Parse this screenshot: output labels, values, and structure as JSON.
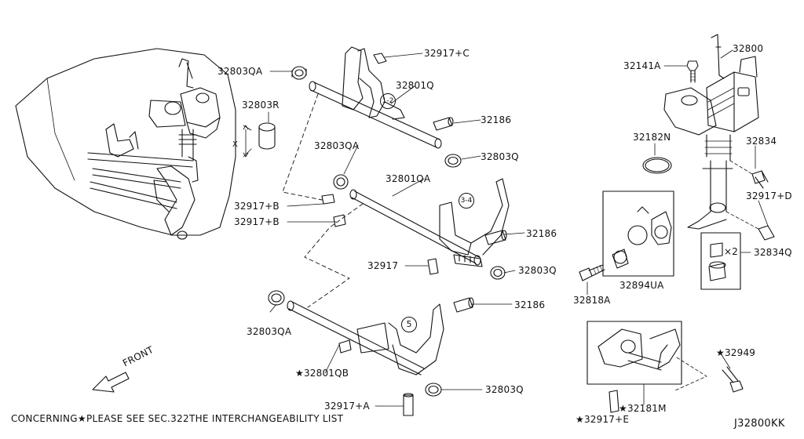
{
  "labels": {
    "l_32803QA_1": "32803QA",
    "l_32803R": "32803R",
    "l_x": "X",
    "l_32803QA_2": "32803QA",
    "l_32917B_1": "32917+B",
    "l_32917B_2": "32917+B",
    "l_32917C": "32917+C",
    "l_32801Q": "32801Q",
    "l_32186_1": "32186",
    "l_32803Q_1": "32803Q",
    "l_32801QA": "32801QA",
    "l_32186_2": "32186",
    "l_32917": "32917",
    "l_32803Q_2": "32803Q",
    "l_32186_3": "32186",
    "l_32803QA_3": "32803QA",
    "l_32801QB": "★32801QB",
    "l_32803Q_3": "32803Q",
    "l_32917A": "32917+A",
    "l_front": "FRONT",
    "l_32141A": "32141A",
    "l_32800": "32800",
    "l_32182N": "32182N",
    "l_32834": "32834",
    "l_32917D": "32917+D",
    "l_x2": "×2",
    "l_32834Q": "32834Q",
    "l_32818A": "32818A",
    "l_32894UA": "32894UA",
    "l_32949": "★32949",
    "l_32181M": "★32181M",
    "l_32917E": "★32917+E"
  },
  "gear_marks": {
    "g12": "1-2",
    "g34": "3-4",
    "g5": "5"
  },
  "footer": {
    "note": "CONCERNING★PLEASE SEE SEC.322THE INTERCHANGEABILITY LIST",
    "code": "J32800KK"
  }
}
